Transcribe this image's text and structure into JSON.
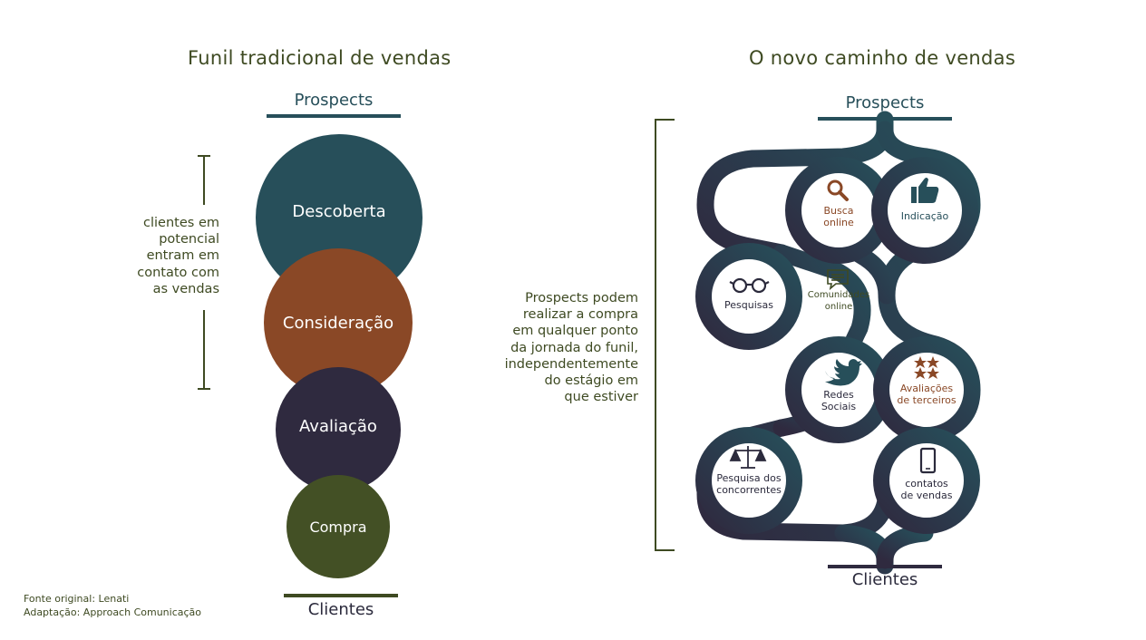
{
  "left": {
    "title": "Funil tradicional de vendas",
    "top_label": "Prospects",
    "bottom_label": "Clientes",
    "stages": [
      "Descoberta",
      "Consideração",
      "Avaliação",
      "Compra"
    ],
    "side_note": [
      "clientes em",
      "potencial",
      "entram em",
      "contato com",
      "as vendas"
    ]
  },
  "right": {
    "title": "O novo caminho de vendas",
    "top_label": "Prospects",
    "bottom_label": "Clientes",
    "side_note": [
      "Prospects podem",
      "realizar a compra",
      "em qualquer ponto",
      "da jornada do funil,",
      "independentemente",
      "do estágio em",
      "que estiver"
    ],
    "nodes": {
      "busca": [
        "Busca",
        "online"
      ],
      "indicacao": [
        "Indicação"
      ],
      "pesquisas": [
        "Pesquisas"
      ],
      "comunidades": [
        "Comunidades",
        "online"
      ],
      "redes": [
        "Redes",
        "Sociais"
      ],
      "avaliacoes": [
        "Avaliações",
        "de terceiros"
      ],
      "concorrentes": [
        "Pesquisa dos",
        "concorrentes"
      ],
      "contatos": [
        "contatos",
        "de vendas"
      ]
    }
  },
  "footer": [
    "Fonte original: Lenati",
    "Adaptação: Approach Comunicação"
  ],
  "colors": {
    "teal": "#274f5a",
    "brown": "#8a4826",
    "navy": "#2f2a3f",
    "olive": "#435025",
    "text_olive": "#3e4a22"
  }
}
